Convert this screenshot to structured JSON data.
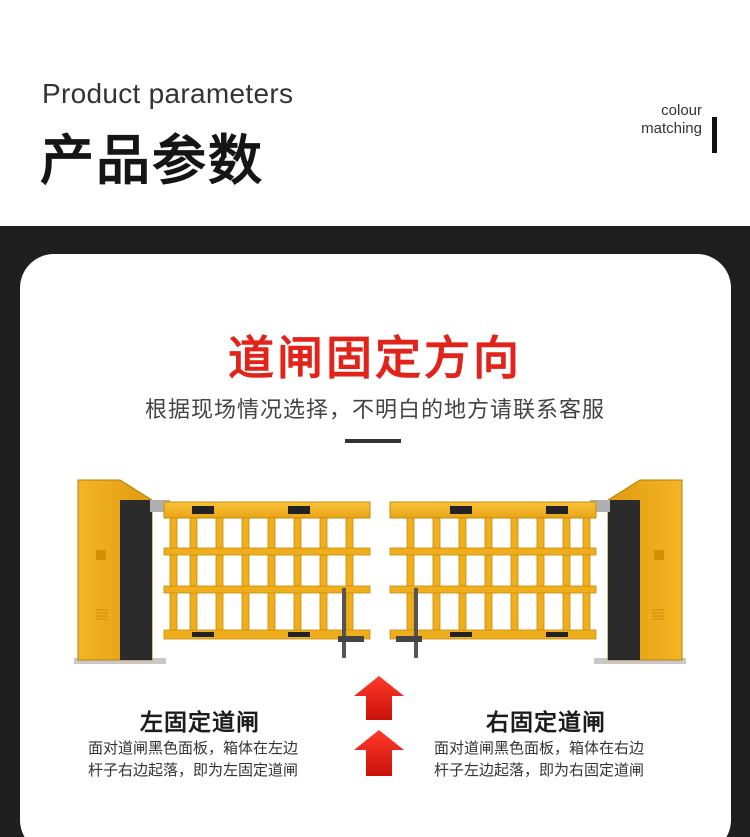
{
  "header": {
    "title_en": "Product parameters",
    "title_cn": "产品参数",
    "side_label": "colour\nmatching"
  },
  "section": {
    "title": "道闸固定方向",
    "subtitle": "根据现场情况选择，不明白的地方请联系客服"
  },
  "left_option": {
    "title": "左固定道闸",
    "desc_line1": "面对道闸黑色面板，箱体在左边",
    "desc_line2": "杆子右边起落，即为左固定道闸"
  },
  "right_option": {
    "title": "右固定道闸",
    "desc_line1": "面对道闸黑色面板，箱体在右边",
    "desc_line2": "杆子左边起落，即为右固定道闸"
  },
  "colors": {
    "accent_red": "#e2231a",
    "gate_yellow": "#f2b01e",
    "dark_band": "#1f1f1f"
  },
  "icons": [
    "up-arrow-icon"
  ]
}
